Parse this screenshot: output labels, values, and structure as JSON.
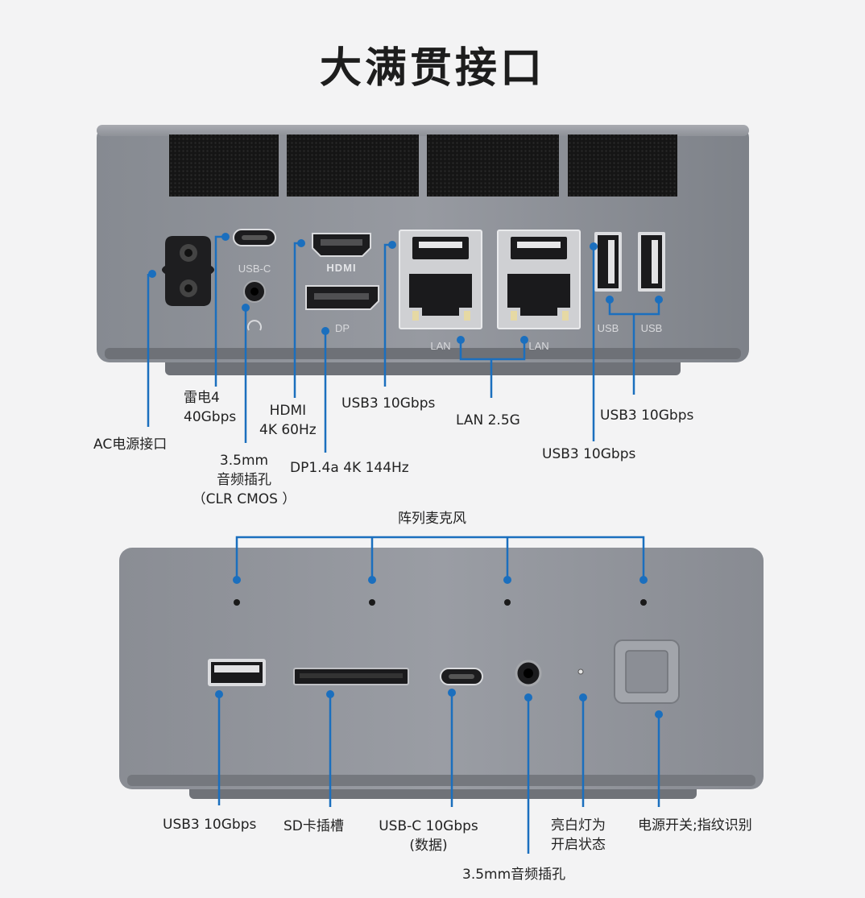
{
  "title": "大满贯接口",
  "rear_panel": {
    "port_labels": {
      "usbc": "USB-C",
      "hdmi_logo": "HDMI",
      "dp": "DP",
      "lan_left": "LAN",
      "lan_right": "LAN",
      "usb_left": "USB",
      "usb_right": "USB"
    },
    "callouts": {
      "ac_power": "AC电源接口",
      "tb4_line1": "雷电4",
      "tb4_line2": "40Gbps",
      "audio_line1": "3.5mm",
      "audio_line2": "音频插孔",
      "audio_line3": "（CLR CMOS ）",
      "hdmi_line1": "HDMI",
      "hdmi_line2": "4K 60Hz",
      "dp": "DP1.4a 4K 144Hz",
      "usb3_left": "USB3 10Gbps",
      "lan": "LAN 2.5G",
      "usb3_right_a": "USB3 10Gbps",
      "usb3_right_b": "USB3 10Gbps"
    }
  },
  "front_panel": {
    "callouts": {
      "mic_array": "阵列麦克风",
      "usb3": "USB3 10Gbps",
      "sd_slot": "SD卡插槽",
      "usbc_line1": "USB-C 10Gbps",
      "usbc_line2": "(数据)",
      "audio": "3.5mm音频插孔",
      "led_line1": "亮白灯为",
      "led_line2": "开启状态",
      "power": "电源开关;指纹识别"
    }
  },
  "colors": {
    "callout_line": "#1b6fbe",
    "chassis": "#8d9097",
    "vent": "#151515",
    "background": "#f3f3f4"
  }
}
